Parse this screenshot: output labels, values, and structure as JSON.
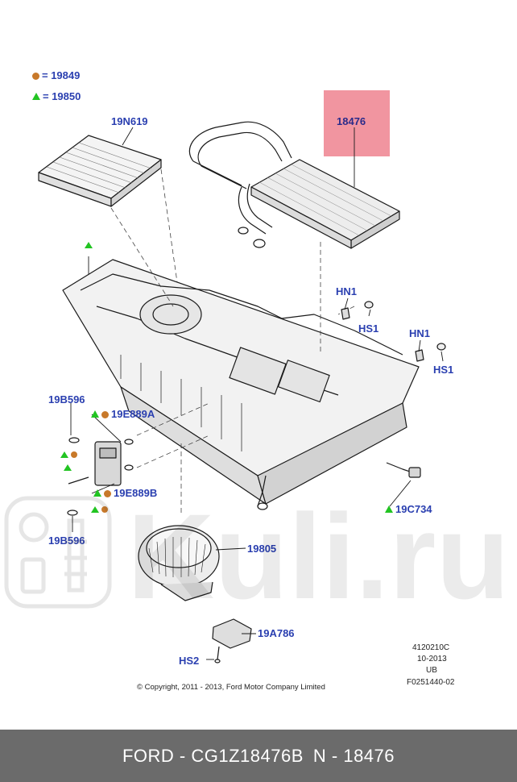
{
  "legend": [
    {
      "symbol": "dot-icon",
      "text": "= 19849",
      "color": "#c8792a"
    },
    {
      "symbol": "triangle-icon",
      "text": "= 19850",
      "color": "#22c422"
    }
  ],
  "callouts": {
    "c19n619": "19N619",
    "c18476": "18476",
    "hn1_a": "HN1",
    "hs1_a": "HS1",
    "hn1_b": "HN1",
    "hs1_b": "HS1",
    "c19b596_a": "19B596",
    "c19e889a": "19E889A",
    "c19e889b": "19E889B",
    "c19b596_b": "19B596",
    "c19805": "19805",
    "c19c734": "19C734",
    "c19a786": "19A786",
    "hs2": "HS2"
  },
  "info_block": [
    "4120210C",
    "10-2013",
    "UB",
    "F0251440-02"
  ],
  "copyright": "© Copyright, 2011 - 2013, Ford Motor Company Limited",
  "watermark_text": "Kuli.ru",
  "footer": {
    "left": "FORD - CG1Z18476B",
    "right": "N - 18476"
  },
  "colors": {
    "label": "#2a3fb0",
    "highlight": "#f08a96",
    "footer_bg": "#6b6b6b",
    "dot": "#c8792a",
    "triangle": "#22c422"
  }
}
